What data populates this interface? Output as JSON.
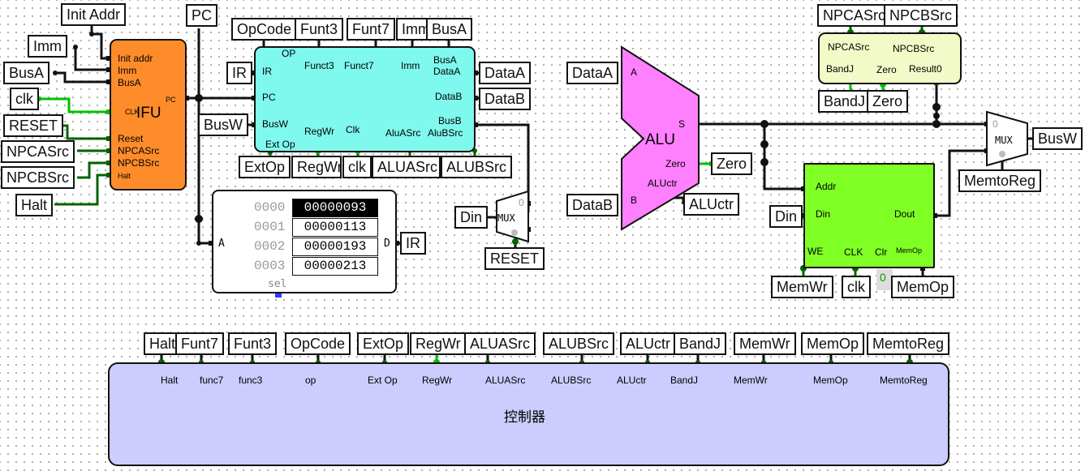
{
  "ifu": {
    "name": "IFU",
    "ports": {
      "init_addr": "Init addr",
      "imm": "Imm",
      "busa": "BusA",
      "clk": "CLK",
      "reset": "Reset",
      "npcasrc": "NPCASrc",
      "npcbsrc": "NPCBSrc",
      "halt": "Halt",
      "pc": "PC"
    },
    "color": "#ff8c2a"
  },
  "decoder": {
    "ports": {
      "ir": "IR",
      "pc": "PC",
      "busw": "BusW",
      "op": "OP",
      "funct3": "Funct3",
      "funct7": "Funct7",
      "imm": "Imm",
      "busa": "BusA",
      "dataa": "DataA",
      "datab": "DataB",
      "busb": "BusB",
      "regwr": "RegWr",
      "clk": "Clk",
      "alu_asrc": "AluASrc",
      "alu_bsrc": "AluBSrc",
      "extop": "Ext Op"
    },
    "color": "#7ff8ee"
  },
  "rom": {
    "rows": [
      {
        "addr": "0000",
        "value": "00000093"
      },
      {
        "addr": "0001",
        "value": "00000113"
      },
      {
        "addr": "0002",
        "value": "00000193"
      },
      {
        "addr": "0003",
        "value": "00000213"
      }
    ],
    "a_label": "A",
    "d_label": "D",
    "sel_label": "sel"
  },
  "mux_labels": {
    "mux1": "MUX",
    "mux1_in0": "0",
    "mux2": "MUX",
    "mux2_in0": "0"
  },
  "alu": {
    "name": "ALU",
    "ports": {
      "a": "A",
      "b": "B",
      "s": "S",
      "zero": "Zero",
      "aluctr": "ALUctr"
    },
    "color": "#ff80ff"
  },
  "branch": {
    "ports": {
      "npcasrc": "NPCASrc",
      "npcbsrc": "NPCBSrc",
      "bandj": "BandJ",
      "zero": "Zero",
      "result0": "Result0"
    },
    "color": "#f2fbc8"
  },
  "mem": {
    "ports": {
      "addr": "Addr",
      "din": "Din",
      "dout": "Dout",
      "we": "WE",
      "clk": "CLK",
      "clr": "Clr",
      "memop": "MemOp"
    },
    "clr_value": "0",
    "color": "#80ff24"
  },
  "control": {
    "title": "控制器",
    "ports": [
      "Halt",
      "func7",
      "func3",
      "op",
      "Ext Op",
      "RegWr",
      "ALUASrc",
      "ALUBSrc",
      "ALUctr",
      "BandJ",
      "MemWr",
      "MemOp",
      "MemtoReg"
    ],
    "color": "#ccccff"
  },
  "tunnels": {
    "init_addr": "Init Addr",
    "imm": "Imm",
    "busa": "BusA",
    "clk": "clk",
    "reset": "RESET",
    "npcasrc": "NPCASrc",
    "npcbsrc": "NPCBSrc",
    "halt": "Halt",
    "pc": "PC",
    "ir_in": "IR",
    "busw_in": "BusW",
    "top_opcode": "OpCode",
    "top_funt3": "Funt3",
    "top_funt7": "Funt7",
    "top_imm": "Imm",
    "top_busa": "BusA",
    "dataa_out": "DataA",
    "datab_out": "DataB",
    "bot_extop": "ExtOp",
    "bot_regwr": "RegWr",
    "bot_clk": "clk",
    "bot_aluasrc": "ALUASrc",
    "bot_alubsrc": "ALUBSrc",
    "rom_ir": "IR",
    "mux_din": "Din",
    "mux_reset": "RESET",
    "alu_dataa": "DataA",
    "alu_datab": "DataB",
    "alu_zero": "Zero",
    "alu_aluctr": "ALUctr",
    "br_npcasrc": "NPCASrc",
    "br_npcbsrc": "NPCBSrc",
    "br_bandj": "BandJ",
    "br_zero": "Zero",
    "busw_out": "BusW",
    "memtoreg": "MemtoReg",
    "mem_din": "Din",
    "mem_memwr": "MemWr",
    "mem_clk": "clk",
    "mem_memop": "MemOp",
    "c_halt": "Halt",
    "c_funt7": "Funt7",
    "c_funt3": "Funt3",
    "c_opcode": "OpCode",
    "c_extop": "ExtOp",
    "c_regwr": "RegWr",
    "c_aluasrc": "ALUASrc",
    "c_alubsrc": "ALUBSrc",
    "c_aluctr": "ALUctr",
    "c_bandj": "BandJ",
    "c_memwr": "MemWr",
    "c_memop": "MemOp",
    "c_memtoreg": "MemtoReg"
  },
  "colors": {
    "wire": "#111111",
    "active_wire": "#00c000",
    "low_wire": "#006400",
    "sel_pin": "#2a3cff"
  }
}
